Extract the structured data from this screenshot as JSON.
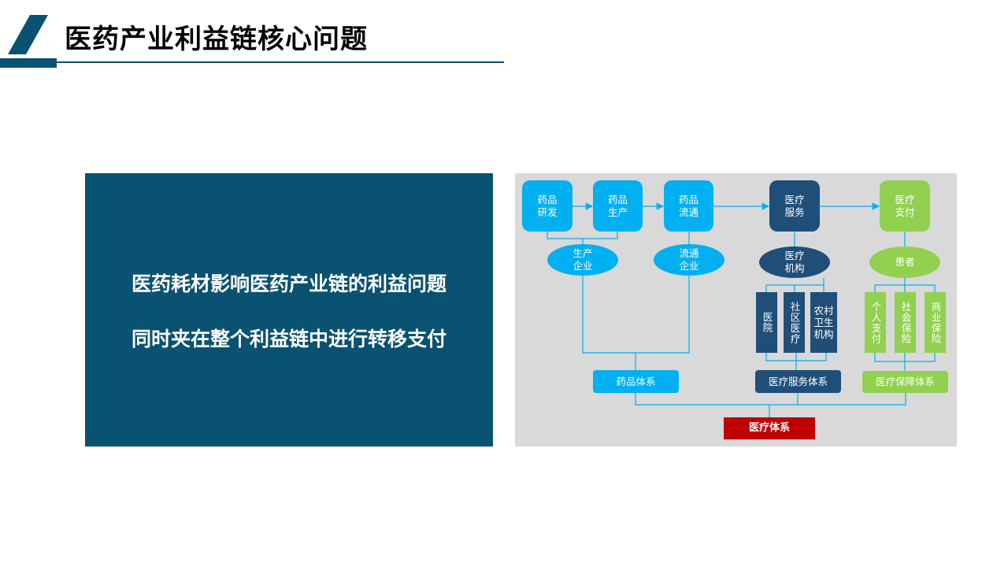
{
  "header": {
    "title": "医药产业利益链核心问题"
  },
  "left_panel": {
    "line1": "医药耗材影响医药产业链的利益问题",
    "line2": "同时夹在整个利益链中进行转移支付"
  },
  "diagram": {
    "top": {
      "rd": "药品研发",
      "prod": "药品生产",
      "dist": "药品流通",
      "service": "医疗服务",
      "payment": "医疗支付"
    },
    "ellipses": {
      "prod_ent": "生产企业",
      "dist_ent": "流通企业",
      "institution": "医疗机构",
      "patient": "患者"
    },
    "institutions": {
      "hospital": "医院",
      "community": "社区医疗",
      "rural": "农村卫生机构"
    },
    "payments": {
      "personal": "个人支付",
      "social": "社会保险",
      "commercial": "商业保险"
    },
    "systems": {
      "drug": "药品体系",
      "service": "医疗服务体系",
      "security": "医疗保障体系",
      "medical": "医疗体系"
    },
    "colors": {
      "cyan": "#00b0f0",
      "navy": "#1f4e79",
      "green": "#92d050",
      "red": "#c00000",
      "panel": "#0a5271"
    }
  }
}
